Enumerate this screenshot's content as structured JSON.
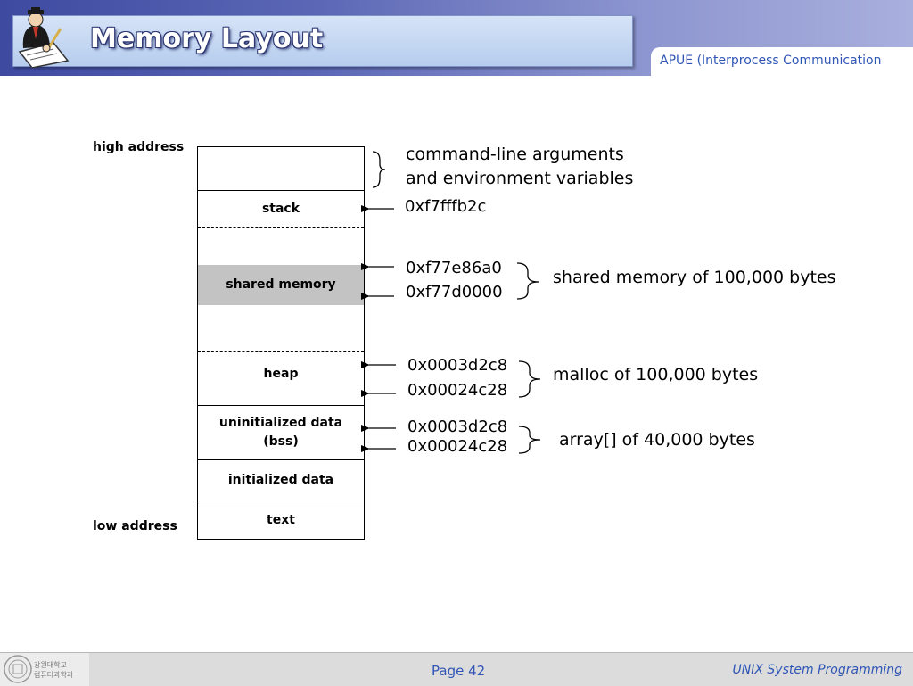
{
  "header": {
    "title": "Memory Layout",
    "subtitle": "APUE (Interprocess Communication"
  },
  "side_labels": {
    "high": "high address",
    "low": "low address"
  },
  "segments": [
    {
      "label": ""
    },
    {
      "label": "stack"
    },
    {
      "label": ""
    },
    {
      "label": "shared memory"
    },
    {
      "label": ""
    },
    {
      "label": "heap"
    },
    {
      "label": "uninitialized data\n(bss)"
    },
    {
      "label": "initialized data"
    },
    {
      "label": "text"
    }
  ],
  "addresses": {
    "stack_top": "0xf7fffb2c",
    "shm_hi": "0xf77e86a0",
    "shm_lo": "0xf77d0000",
    "heap_hi": "0x0003d2c8",
    "heap_lo": "0x00024c28",
    "bss_hi": "0x0003d2c8",
    "bss_lo": "0x00024c28"
  },
  "descriptions": {
    "args_line1": "command-line arguments",
    "args_line2": "and environment variables",
    "shm": "shared memory of 100,000 bytes",
    "malloc": "malloc of 100,000 bytes",
    "array": "array[] of 40,000 bytes"
  },
  "footer": {
    "logo_line1": "강원대학교",
    "logo_line2": "컴퓨터과학과",
    "page": "Page 42",
    "course": "UNIX System Programming"
  },
  "colors": {
    "header_dark": "#3d4aa0",
    "accent_blue": "#2f56b6",
    "shared_memory_fill": "#c3c3c3"
  }
}
